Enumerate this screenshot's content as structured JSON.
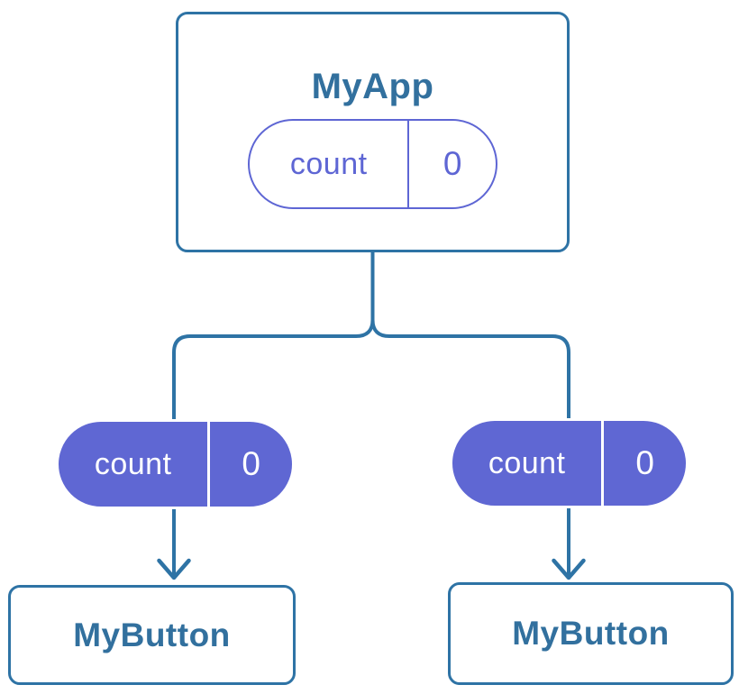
{
  "colors": {
    "line_blue": "#2e73a5",
    "title_text_blue": "#32709e",
    "pill_purple": "#5f67d3",
    "pill_outline_purple": "#5e66d4",
    "card_background": "#ffffff"
  },
  "root_card": {
    "title": "MyApp",
    "state_pill": {
      "name": "count",
      "value": "0"
    }
  },
  "left_branch": {
    "prop_pill": {
      "name": "count",
      "value": "0"
    },
    "card": {
      "title": "MyButton"
    }
  },
  "right_branch": {
    "prop_pill": {
      "name": "count",
      "value": "0"
    },
    "card": {
      "title": "MyButton"
    }
  }
}
